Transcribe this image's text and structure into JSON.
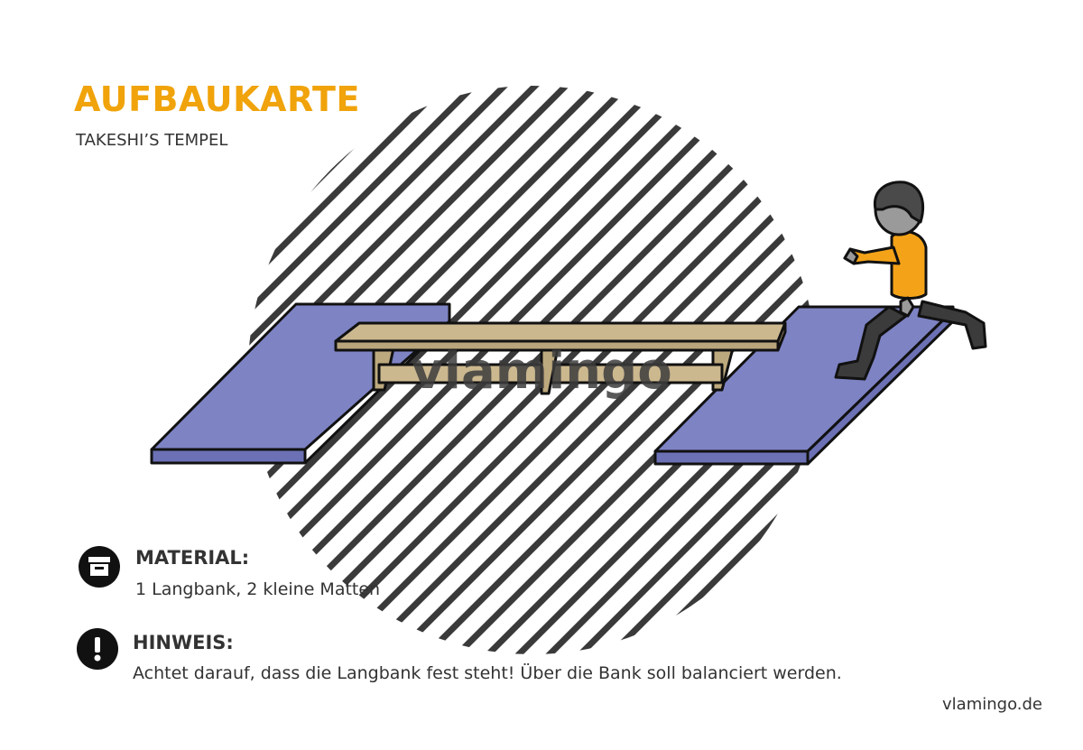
{
  "header": {
    "title": "AUFBAUKARTE",
    "subtitle": "TAKESHI’S TEMPEL"
  },
  "illustration": {
    "watermark": "vlamingo",
    "colors": {
      "mat": "#7e83c4",
      "bench": "#ccb88f",
      "shirt": "#f4a318",
      "stripes": "#3a3a3a"
    }
  },
  "material": {
    "icon": "archive-box-icon",
    "heading": "MATERIAL:",
    "text": "1 Langbank, 2 kleine Matten"
  },
  "hint": {
    "icon": "exclamation-icon",
    "heading": "HINWEIS:",
    "text": "Achtet darauf, dass die Langbank fest steht! Über die Bank soll balanciert werden."
  },
  "footer": {
    "link": "vlamingo.de"
  }
}
